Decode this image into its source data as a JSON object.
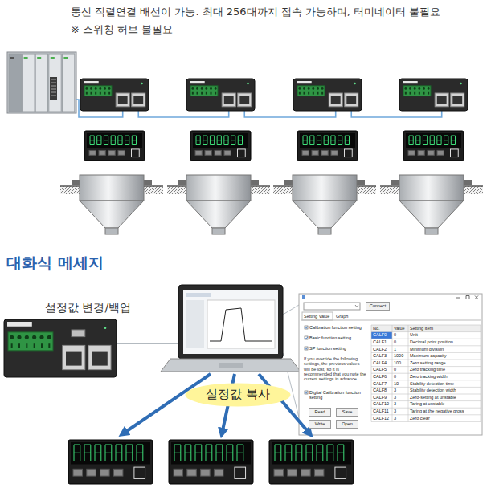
{
  "diagram": {
    "nodes": [
      {
        "text": [
          "설정값 복사"
        ]
      },
      {
        "text": [
          "Connect"
        ]
      },
      {
        "text": [
          "Read"
        ]
      },
      {
        "text": [
          "Save"
        ]
      },
      {
        "text": [
          "Write"
        ]
      },
      {
        "text": [
          "Open"
        ]
      }
    ],
    "labels": [
      "통신 직렬연결 배선이 가능. 최대 256대까지 접속 가능하며, 터미네이터 불필요",
      "※ 스위칭 허브 불필요",
      "대화식 메세지",
      "설정값 변경/백업",
      "Setting Value",
      "Graph",
      "Calibration function setting",
      "Basic function setting",
      "SP function setting",
      "If you override the following settings, the previous values will be lost, so it is recommended that you note the current settings in advance.",
      "Digital Calibration function setting",
      "No.",
      "Value",
      "Setting item",
      "CALF0",
      "0",
      "Unit",
      "CALF1",
      "0",
      "Decimal point position",
      "CALF2",
      "1",
      "Minimum division",
      "CALF3",
      "1000",
      "Maximum capacity",
      "CALF4",
      "100",
      "Zero setting range",
      "CALF5",
      "0",
      "Zero tracking time",
      "CALF6",
      "0",
      "Zero tracking width",
      "CALF7",
      "10",
      "Stability detection time",
      "CALF8",
      "3",
      "Stability detection width",
      "CALF9",
      "3",
      "Zero-setting at unstable",
      "CALF10",
      "3",
      "Taring at unstable",
      "CALF11",
      "3",
      "Taring at the negative gross",
      "CALF12",
      "3",
      "Zero clear"
    ]
  }
}
